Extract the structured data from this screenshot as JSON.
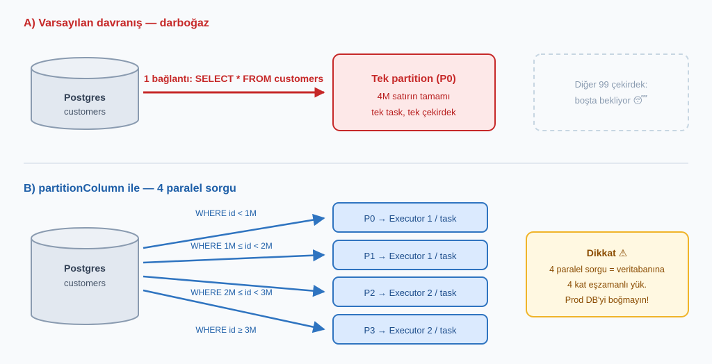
{
  "section_a": {
    "title": "A) Varsayılan davranış — darboğaz",
    "db": {
      "title": "Postgres",
      "subtitle": "customers"
    },
    "connection_label": "1 bağlantı: SELECT * FROM customers",
    "partition_box": {
      "title": "Tek partition (P0)",
      "lines": [
        "4M satırın tamamı",
        "tek task, tek çekirdek"
      ]
    },
    "idle_box": {
      "lines": [
        "Diğer 99 çekirdek:",
        "boşta bekliyor 😴"
      ]
    }
  },
  "section_b": {
    "title": "B) partitionColumn ile — 4 paralel sorgu",
    "db": {
      "title": "Postgres",
      "subtitle": "customers"
    },
    "queries": [
      {
        "where": "WHERE id < 1M",
        "partition": "P0 → Executor 1 / task"
      },
      {
        "where": "WHERE 1M ≤ id < 2M",
        "partition": "P1 → Executor 1 / task"
      },
      {
        "where": "WHERE 2M ≤ id < 3M",
        "partition": "P2 → Executor 2 / task"
      },
      {
        "where": "WHERE id ≥ 3M",
        "partition": "P3 → Executor 2 / task"
      }
    ],
    "warning_box": {
      "title": "Dikkat ⚠",
      "lines": [
        "4 paralel sorgu = veritabanına",
        "4 kat eşzamanlı yük.",
        "Prod DB'yi boğmayın!"
      ]
    }
  },
  "colors": {
    "red": "#c62828",
    "red_fill": "#fde8e8",
    "blue": "#2f74c0",
    "blue_fill": "#dbeafe",
    "db_fill": "#e2e8f0",
    "db_stroke": "#8a9bb0",
    "warn_stroke": "#f0b429",
    "warn_fill": "#fff8e1",
    "idle_stroke": "#c7d6e2"
  }
}
